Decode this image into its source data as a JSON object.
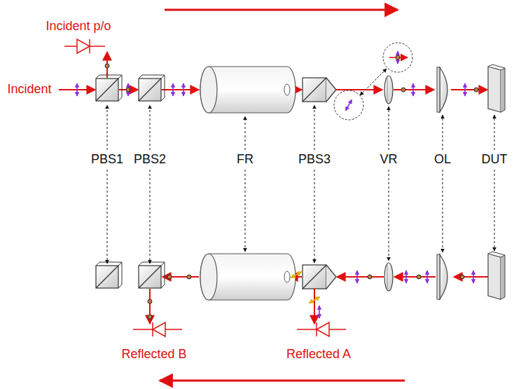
{
  "diagram": {
    "labels": [
      "Incident p/o",
      "Incident",
      "PBS1",
      "PBS2",
      "FR",
      "PBS3",
      "VR",
      "OL",
      "DUT",
      "Reflected B",
      "Reflected A"
    ]
  }
}
